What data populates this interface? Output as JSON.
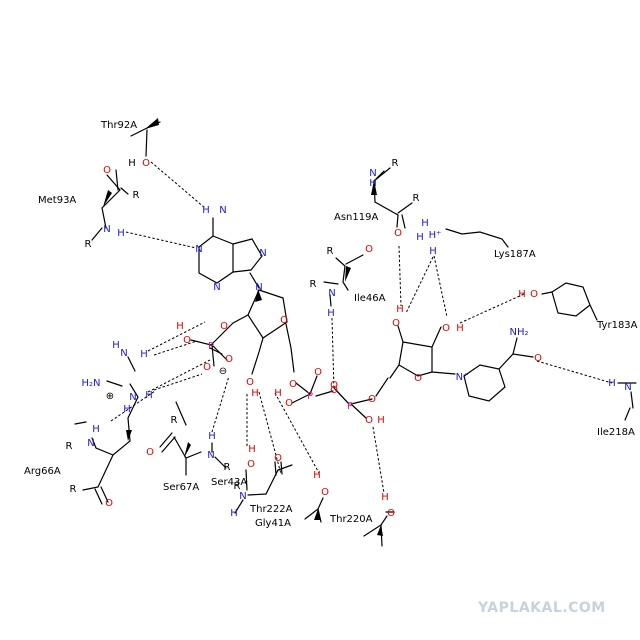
{
  "colors": {
    "O": "#e00000",
    "N": "#1a1ad0",
    "P": "#d01c8b",
    "C": "#000000",
    "watermark": "#c8d2dc"
  },
  "residues": {
    "thr92": "Thr92A",
    "met93": "Met93A",
    "asn119": "Asn119A",
    "lys187": "Lys187A",
    "ile46": "Ile46A",
    "tyr183": "Tyr183A",
    "ile218": "Ile218A",
    "arg66": "Arg66A",
    "ser67": "Ser67A",
    "ser43": "Ser43A",
    "thr222": "Thr222A",
    "gly41": "Gly41A",
    "thr220": "Thr220A"
  },
  "atoms": {
    "O": "O",
    "N": "N",
    "H": "H",
    "P": "P",
    "R": "R",
    "NH2": "NH₂",
    "H2N": "H₂N",
    "Nplus": "N⁺",
    "Hplus": "H⁺"
  },
  "charges": {
    "plus": "⊕",
    "minus": "⊖"
  },
  "watermark": "YAPLAKAL.COM"
}
